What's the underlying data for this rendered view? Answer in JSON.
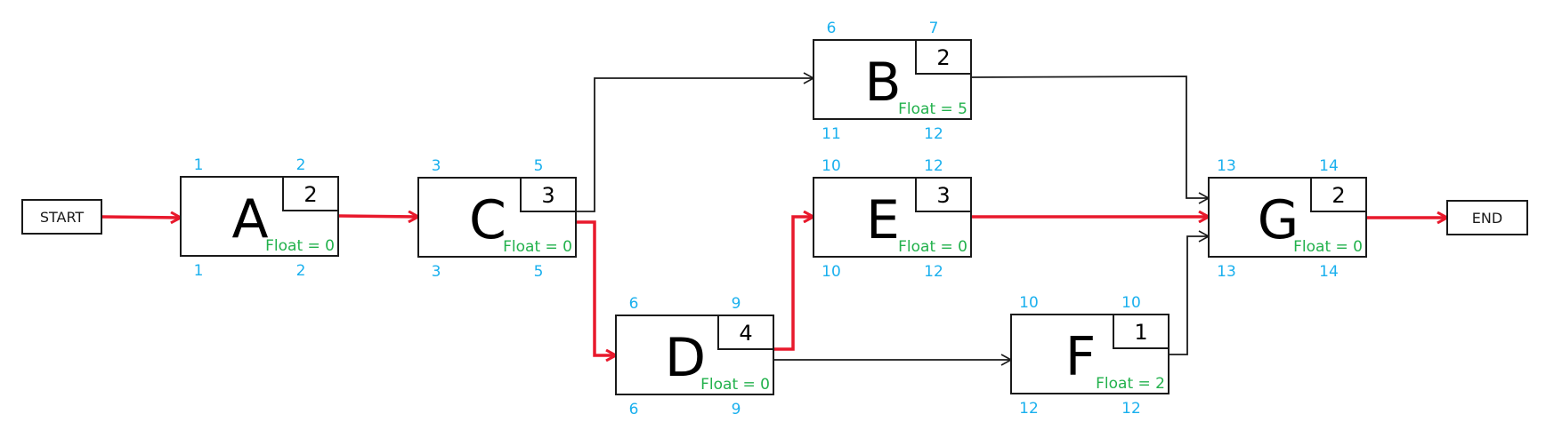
{
  "diagram": {
    "type": "activity-on-node network (critical path)",
    "colors": {
      "critical_edge": "#e8192c",
      "normal_edge": "#1a1a1a",
      "float_text": "#22b14c",
      "time_text": "#1ab0ee",
      "box_stroke": "#1a1a1a"
    },
    "terminals": {
      "start": "START",
      "end": "END"
    },
    "float_prefix": "Float = ",
    "activities": [
      {
        "id": "A",
        "duration": "2",
        "es": "1",
        "ef": "2",
        "ls": "1",
        "lf": "2",
        "float": "0",
        "float_label": "Float = 0",
        "critical": true
      },
      {
        "id": "B",
        "duration": "2",
        "es": "6",
        "ef": "7",
        "ls": "11",
        "lf": "12",
        "float": "5",
        "float_label": "Float = 5",
        "critical": false
      },
      {
        "id": "C",
        "duration": "3",
        "es": "3",
        "ef": "5",
        "ls": "3",
        "lf": "5",
        "float": "0",
        "float_label": "Float = 0",
        "critical": true
      },
      {
        "id": "D",
        "duration": "4",
        "es": "6",
        "ef": "9",
        "ls": "6",
        "lf": "9",
        "float": "0",
        "float_label": "Float = 0",
        "critical": true
      },
      {
        "id": "E",
        "duration": "3",
        "es": "10",
        "ef": "12",
        "ls": "10",
        "lf": "12",
        "float": "0",
        "float_label": "Float = 0",
        "critical": true
      },
      {
        "id": "F",
        "duration": "1",
        "es": "10",
        "ef": "10",
        "ls": "12",
        "lf": "12",
        "float": "2",
        "float_label": "Float = 2",
        "critical": false
      },
      {
        "id": "G",
        "duration": "2",
        "es": "13",
        "ef": "14",
        "ls": "13",
        "lf": "14",
        "float": "0",
        "float_label": "Float = 0",
        "critical": true
      }
    ],
    "edges": [
      {
        "from": "START",
        "to": "A",
        "critical": true
      },
      {
        "from": "A",
        "to": "C",
        "critical": true
      },
      {
        "from": "C",
        "to": "B",
        "critical": false
      },
      {
        "from": "C",
        "to": "D",
        "critical": true
      },
      {
        "from": "D",
        "to": "E",
        "critical": true
      },
      {
        "from": "D",
        "to": "F",
        "critical": false
      },
      {
        "from": "B",
        "to": "G",
        "critical": false
      },
      {
        "from": "E",
        "to": "G",
        "critical": true
      },
      {
        "from": "F",
        "to": "G",
        "critical": false
      },
      {
        "from": "G",
        "to": "END",
        "critical": true
      }
    ]
  }
}
